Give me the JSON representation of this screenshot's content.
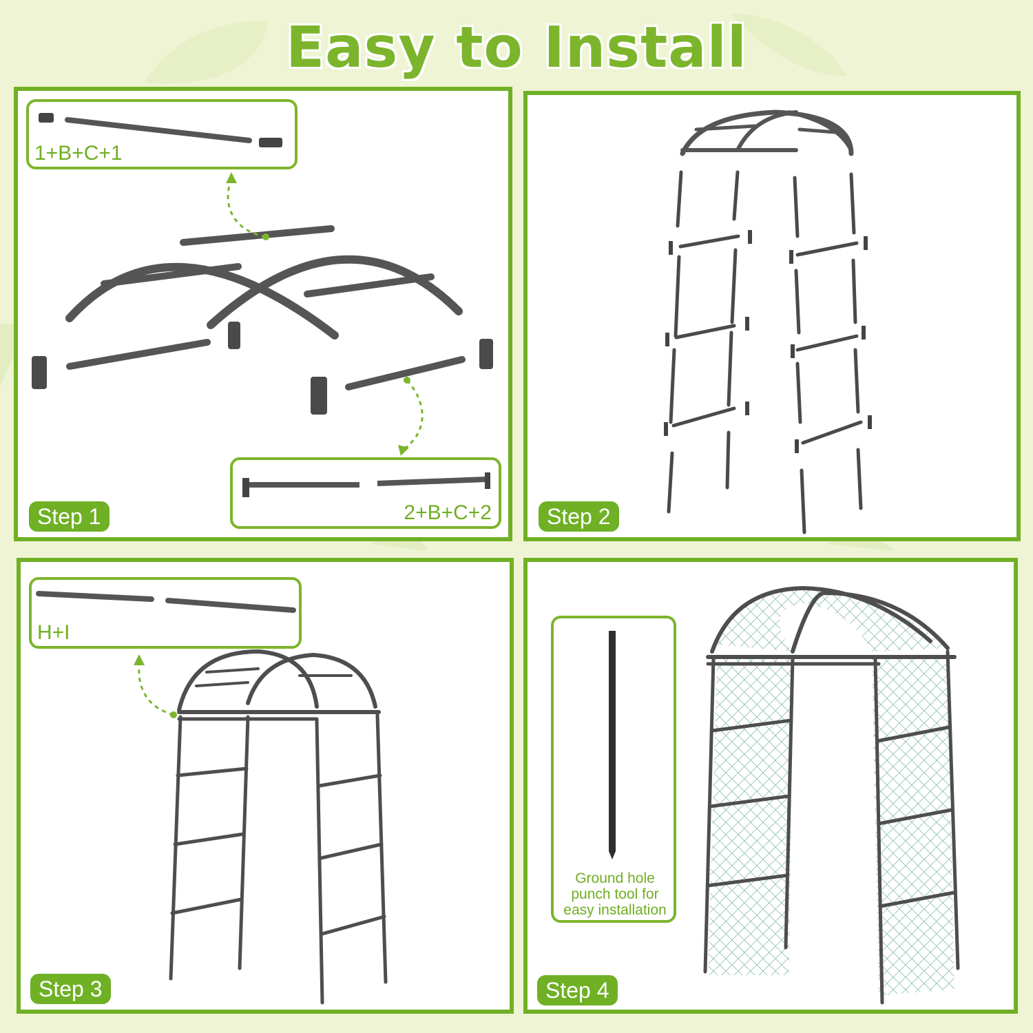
{
  "title": "Easy to Install",
  "colors": {
    "accent": "#6fb025",
    "background": "#eef4d4",
    "frame": "#4a4a4a"
  },
  "steps": [
    {
      "label": "Step 1",
      "callouts": [
        "1+B+C+1",
        "2+B+C+2"
      ]
    },
    {
      "label": "Step 2"
    },
    {
      "label": "Step 3",
      "callouts": [
        "H+I"
      ]
    },
    {
      "label": "Step 4",
      "tool_note_lines": [
        "Ground hole",
        "punch tool for",
        "easy installation"
      ]
    }
  ]
}
